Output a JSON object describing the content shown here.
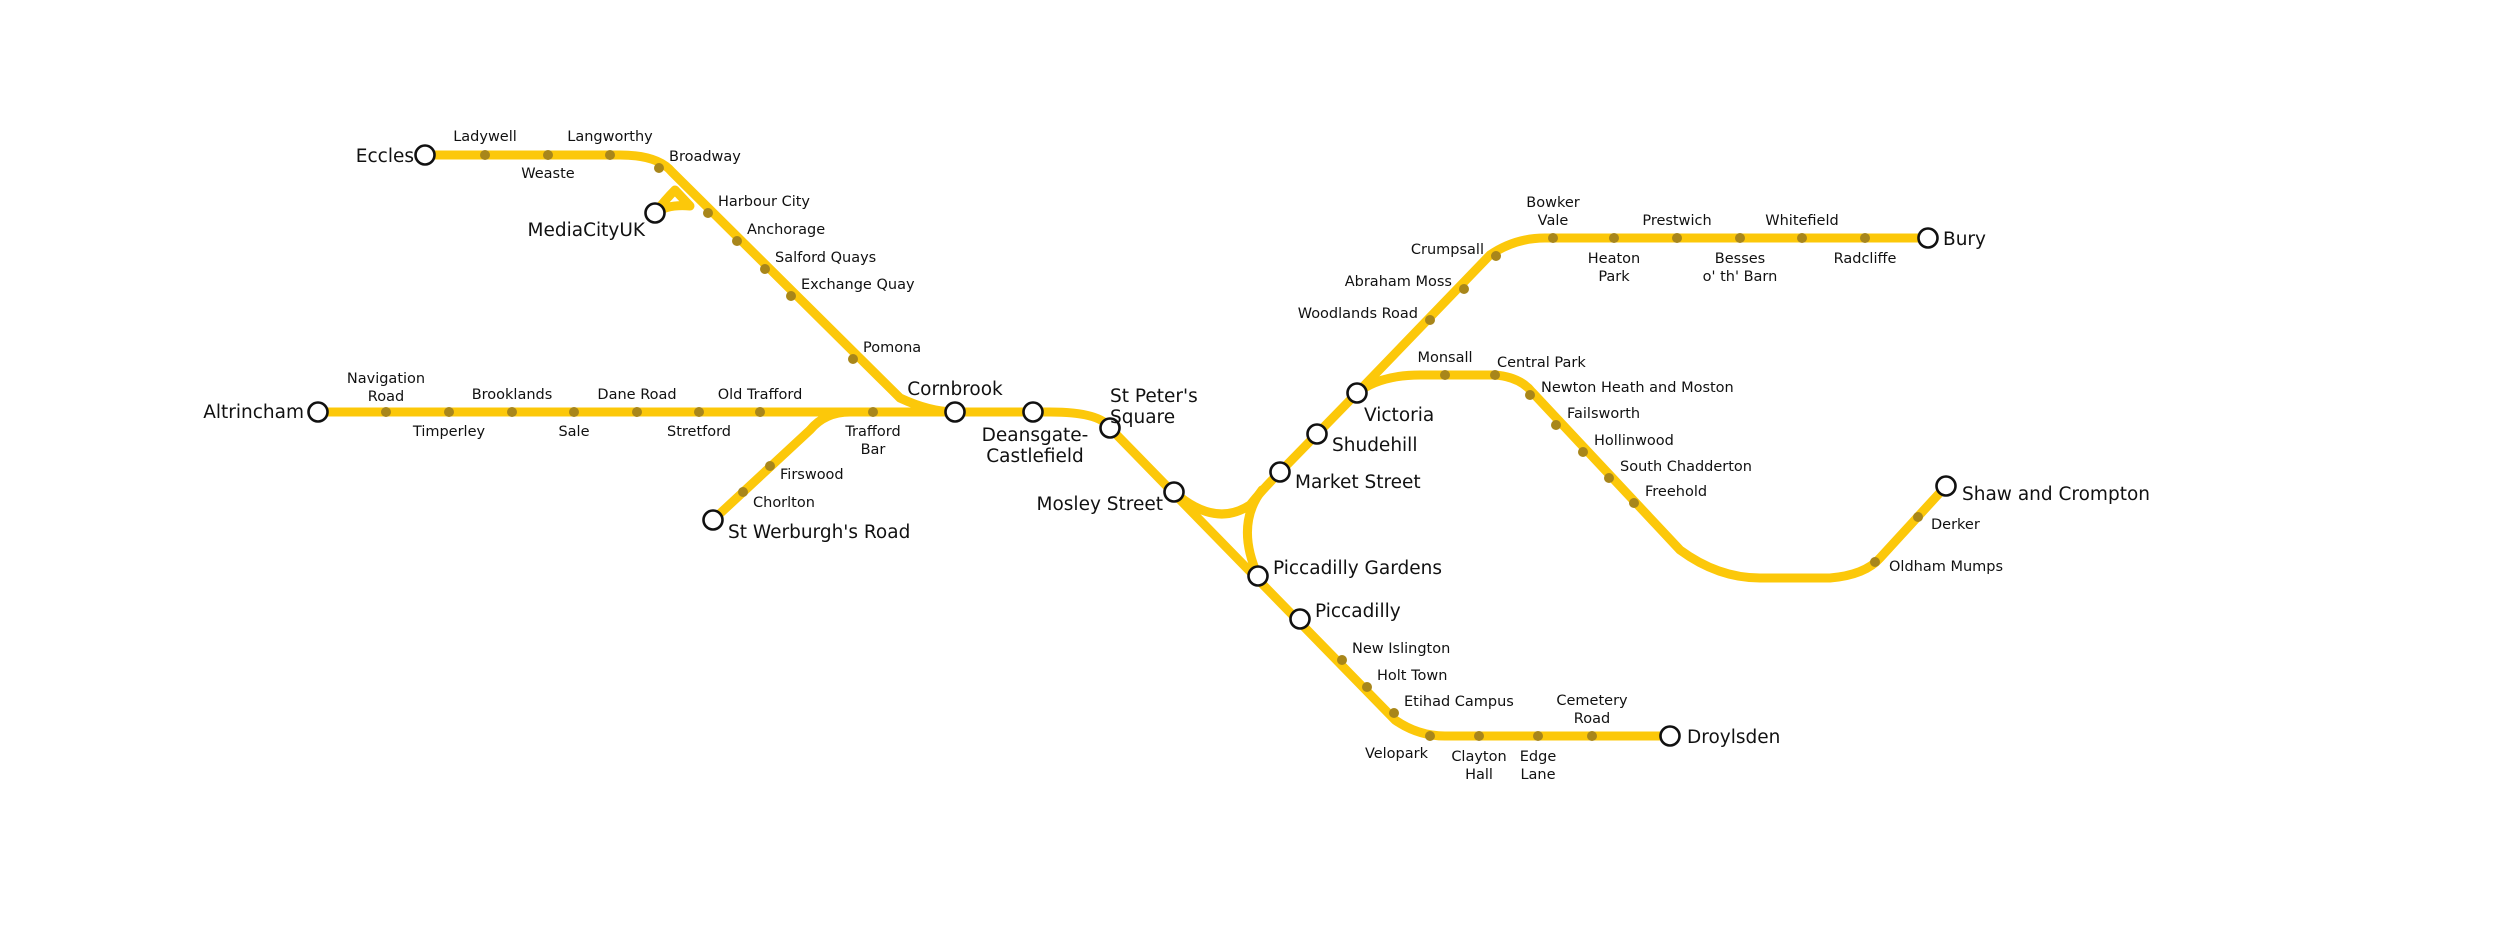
{
  "map": {
    "line_color": "#FCC80A",
    "stop_color": "#A8861A",
    "interchange_fill": "#FFFFFF",
    "interchange_stroke": "#111111",
    "interchanges": [
      {
        "id": "altrincham",
        "lines": [
          "Altrincham"
        ]
      },
      {
        "id": "eccles",
        "lines": [
          "Eccles"
        ]
      },
      {
        "id": "mediacityuk",
        "lines": [
          "MediaCityUK"
        ]
      },
      {
        "id": "cornbrook",
        "lines": [
          "Cornbrook"
        ]
      },
      {
        "id": "deansgate",
        "lines": [
          "Deansgate-",
          "Castlefield"
        ]
      },
      {
        "id": "st-peters",
        "lines": [
          "St Peter's",
          "Square"
        ]
      },
      {
        "id": "mosley-street",
        "lines": [
          "Mosley Street"
        ]
      },
      {
        "id": "market-street",
        "lines": [
          "Market Street"
        ]
      },
      {
        "id": "shudehill",
        "lines": [
          "Shudehill"
        ]
      },
      {
        "id": "victoria",
        "lines": [
          "Victoria"
        ]
      },
      {
        "id": "piccadilly-gardens",
        "lines": [
          "Piccadilly Gardens"
        ]
      },
      {
        "id": "piccadilly",
        "lines": [
          "Piccadilly"
        ]
      },
      {
        "id": "st-werburghs",
        "lines": [
          "St Werburgh's Road"
        ]
      },
      {
        "id": "bury",
        "lines": [
          "Bury"
        ]
      },
      {
        "id": "droylsden",
        "lines": [
          "Droylsden"
        ]
      },
      {
        "id": "shaw",
        "lines": [
          "Shaw and Crompton"
        ]
      }
    ],
    "stops": [
      {
        "id": "ladywell",
        "lines": [
          "Ladywell"
        ]
      },
      {
        "id": "weaste",
        "lines": [
          "Weaste"
        ]
      },
      {
        "id": "langworthy",
        "lines": [
          "Langworthy"
        ]
      },
      {
        "id": "broadway",
        "lines": [
          "Broadway"
        ]
      },
      {
        "id": "harbour-city",
        "lines": [
          "Harbour City"
        ]
      },
      {
        "id": "anchorage",
        "lines": [
          "Anchorage"
        ]
      },
      {
        "id": "salford-quays",
        "lines": [
          "Salford Quays"
        ]
      },
      {
        "id": "exchange-quay",
        "lines": [
          "Exchange Quay"
        ]
      },
      {
        "id": "pomona",
        "lines": [
          "Pomona"
        ]
      },
      {
        "id": "navigation-road",
        "lines": [
          "Navigation",
          "Road"
        ]
      },
      {
        "id": "timperley",
        "lines": [
          "Timperley"
        ]
      },
      {
        "id": "brooklands",
        "lines": [
          "Brooklands"
        ]
      },
      {
        "id": "sale",
        "lines": [
          "Sale"
        ]
      },
      {
        "id": "dane-road",
        "lines": [
          "Dane Road"
        ]
      },
      {
        "id": "stretford",
        "lines": [
          "Stretford"
        ]
      },
      {
        "id": "old-trafford",
        "lines": [
          "Old Trafford"
        ]
      },
      {
        "id": "trafford-bar",
        "lines": [
          "Trafford",
          "Bar"
        ]
      },
      {
        "id": "firswood",
        "lines": [
          "Firswood"
        ]
      },
      {
        "id": "chorlton",
        "lines": [
          "Chorlton"
        ]
      },
      {
        "id": "woodlands-road",
        "lines": [
          "Woodlands Road"
        ]
      },
      {
        "id": "abraham-moss",
        "lines": [
          "Abraham Moss"
        ]
      },
      {
        "id": "crumpsall",
        "lines": [
          "Crumpsall"
        ]
      },
      {
        "id": "bowker-vale",
        "lines": [
          "Bowker",
          "Vale"
        ]
      },
      {
        "id": "heaton-park",
        "lines": [
          "Heaton",
          "Park"
        ]
      },
      {
        "id": "prestwich",
        "lines": [
          "Prestwich"
        ]
      },
      {
        "id": "besses",
        "lines": [
          "Besses",
          "o' th' Barn"
        ]
      },
      {
        "id": "whitefield",
        "lines": [
          "Whitefield"
        ]
      },
      {
        "id": "radcliffe",
        "lines": [
          "Radcliffe"
        ]
      },
      {
        "id": "monsall",
        "lines": [
          "Monsall"
        ]
      },
      {
        "id": "central-park",
        "lines": [
          "Central Park"
        ]
      },
      {
        "id": "newton-heath",
        "lines": [
          "Newton Heath and Moston"
        ]
      },
      {
        "id": "failsworth",
        "lines": [
          "Failsworth"
        ]
      },
      {
        "id": "hollinwood",
        "lines": [
          "Hollinwood"
        ]
      },
      {
        "id": "south-chadderton",
        "lines": [
          "South Chadderton"
        ]
      },
      {
        "id": "freehold",
        "lines": [
          "Freehold"
        ]
      },
      {
        "id": "oldham-mumps",
        "lines": [
          "Oldham Mumps"
        ]
      },
      {
        "id": "derker",
        "lines": [
          "Derker"
        ]
      },
      {
        "id": "new-islington",
        "lines": [
          "New Islington"
        ]
      },
      {
        "id": "holt-town",
        "lines": [
          "Holt Town"
        ]
      },
      {
        "id": "etihad-campus",
        "lines": [
          "Etihad Campus"
        ]
      },
      {
        "id": "velopark",
        "lines": [
          "Velopark"
        ]
      },
      {
        "id": "clayton-hall",
        "lines": [
          "Clayton",
          "Hall"
        ]
      },
      {
        "id": "edge-lane",
        "lines": [
          "Edge",
          "Lane"
        ]
      },
      {
        "id": "cemetery-road",
        "lines": [
          "Cemetery",
          "Road"
        ]
      }
    ]
  }
}
